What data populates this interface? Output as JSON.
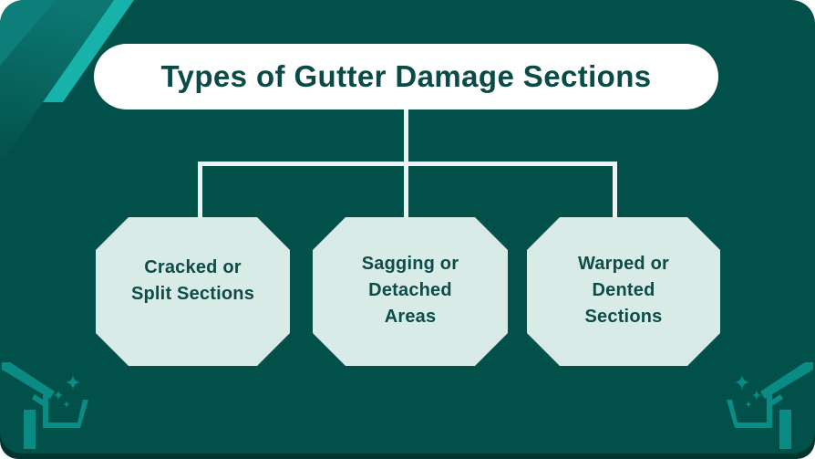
{
  "title": {
    "text": "Types of Gutter Damage Sections"
  },
  "nodes": [
    {
      "label": "Cracked or\nSplit Sections"
    },
    {
      "label": "Sagging or\nDetached\nAreas"
    },
    {
      "label": "Warped or\nDented\nSections"
    }
  ],
  "icons": {
    "top_left": "diagonal-accent-stripes",
    "bottom_left": "roof-gutter-sparkles-icon",
    "bottom_right": "roof-gutter-sparkles-icon"
  },
  "colors": {
    "card_bg": "#02504a",
    "band_bg": "#02332f",
    "accent_stripe": "#17b2aa",
    "decor_mid": "#0d7e79",
    "decor_band": "#0c7671",
    "icon_teal": "#0a8b84",
    "pill_bg": "#ffffff",
    "title_color": "#0a4a47",
    "node_bg": "#d9ebe6",
    "node_text": "#0d4c49",
    "line_color": "#eff4f2"
  }
}
